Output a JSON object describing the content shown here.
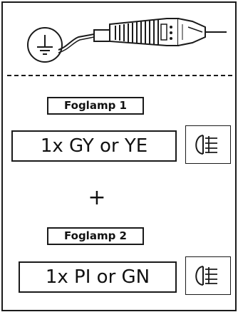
{
  "foglamp_1": {
    "label": "Foglamp 1",
    "wire": "1x GY or YE",
    "icon": "foglamp-icon"
  },
  "connector": {
    "symbol": "+"
  },
  "foglamp_2": {
    "label": "Foglamp 2",
    "wire": "1x PI or GN",
    "icon": "foglamp-icon"
  },
  "header": {
    "ground_icon": "ground-icon",
    "tool_icon": "voltage-tester-icon"
  },
  "colors": {
    "line": "#1a1a1a",
    "background": "#ffffff"
  }
}
